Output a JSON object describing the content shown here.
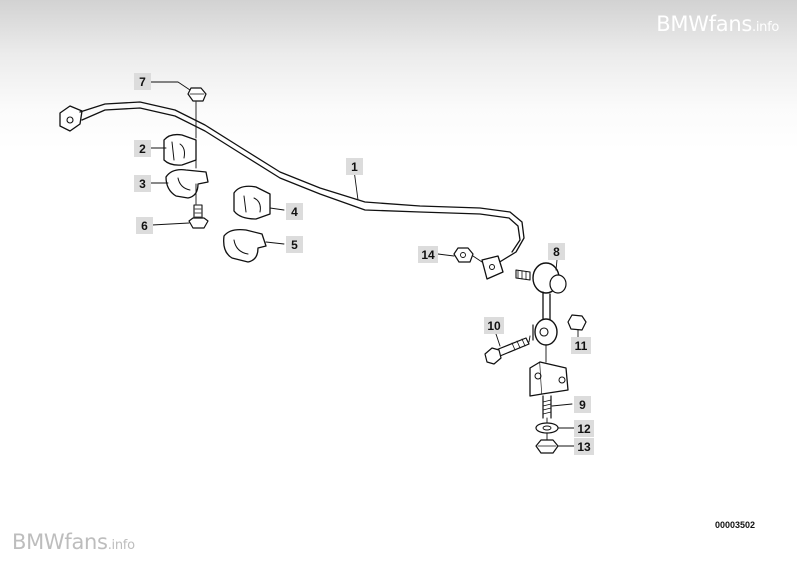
{
  "watermark_top": {
    "name": "BMWfans",
    "suffix": ".info"
  },
  "watermark_bottom": {
    "name": "BMWfans",
    "suffix": ".info"
  },
  "drawing_number": "00003502",
  "callouts": [
    "1",
    "2",
    "3",
    "4",
    "5",
    "6",
    "7",
    "8",
    "9",
    "10",
    "11",
    "12",
    "13",
    "14"
  ]
}
